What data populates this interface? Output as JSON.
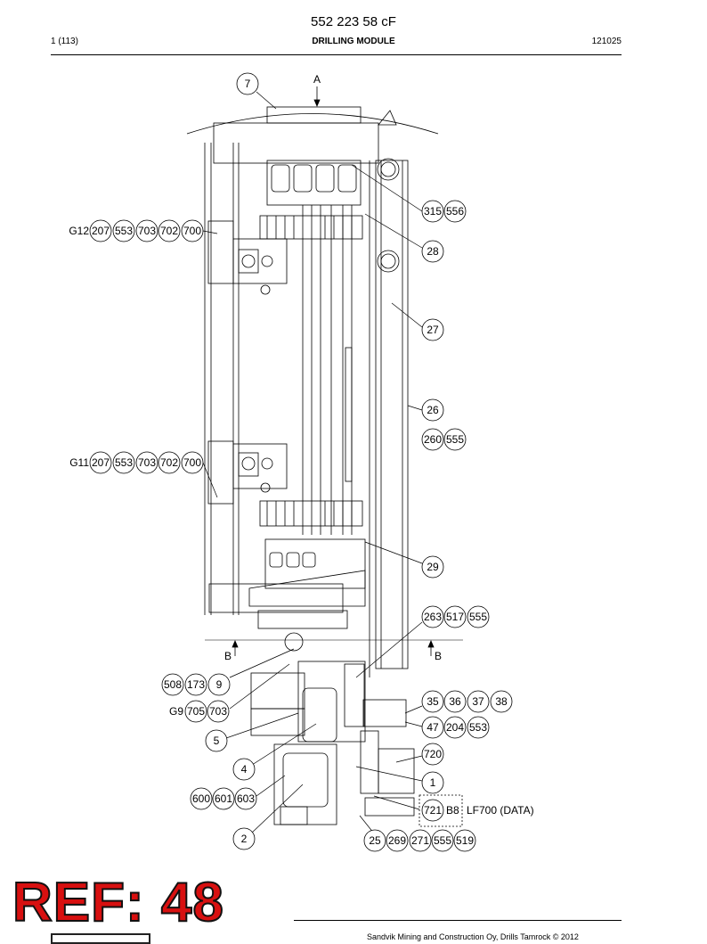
{
  "header": {
    "doc_number": "552 223 58 cF",
    "page": "1 (113)",
    "module_title": "DRILLING MODULE",
    "date_code": "121025"
  },
  "view_labels": {
    "top_arrow": "A",
    "section_left": "B",
    "section_right": "B"
  },
  "group_labels": {
    "g12": "G12",
    "g11": "G11",
    "g9": "G9",
    "b8": "B8",
    "lf700": "LF700 (DATA)"
  },
  "callouts": {
    "c7": "7",
    "g12_207": "207",
    "g12_553": "553",
    "g12_703": "703",
    "g12_702": "702",
    "g12_700": "700",
    "c315": "315",
    "c556": "556",
    "c28": "28",
    "c27": "27",
    "c26": "26",
    "c260": "260",
    "c555a": "555",
    "g11_207": "207",
    "g11_553": "553",
    "g11_703": "703",
    "g11_702": "702",
    "g11_700": "700",
    "c29": "29",
    "c263": "263",
    "c517": "517",
    "c555b": "555",
    "c508": "508",
    "c173": "173",
    "c9": "9",
    "g9_705": "705",
    "g9_703": "703",
    "c35": "35",
    "c36": "36",
    "c37": "37",
    "c38": "38",
    "c47": "47",
    "c204": "204",
    "c553b": "553",
    "c5": "5",
    "c720": "720",
    "c4": "4",
    "c1": "1",
    "c600": "600",
    "c601": "601",
    "c603": "603",
    "c721": "721",
    "c2": "2",
    "c25": "25",
    "c269": "269",
    "c271": "271",
    "c555c": "555",
    "c519": "519"
  },
  "footer": {
    "copyright": "Sandvik Mining and Construction Oy, Drills Tamrock © 2012",
    "stamp": "REF: 48"
  }
}
